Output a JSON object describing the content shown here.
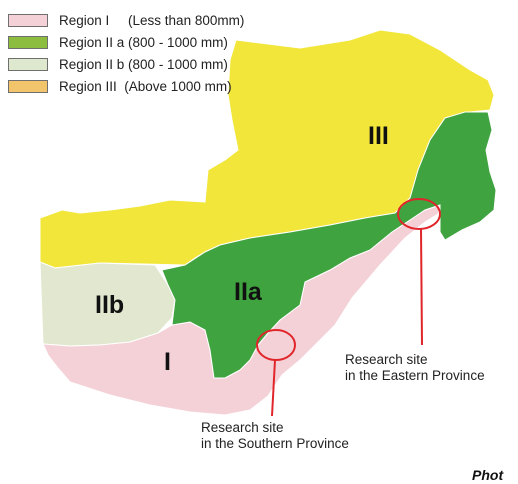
{
  "legend": [
    {
      "label": "Region I     (Less than 800mm)",
      "color": "#f4d1d7"
    },
    {
      "label": "Region II a (800 - 1000 mm)",
      "color": "#8cbd3f"
    },
    {
      "label": "Region II b (800 - 1000 mm)",
      "color": "#dde8cf"
    },
    {
      "label": "Region III  (Above 1000 mm)",
      "color": "#f2c46b"
    }
  ],
  "regions": {
    "region_iii": {
      "label": "III",
      "color": "#f2e63a"
    },
    "region_iia": {
      "label": "IIa",
      "color": "#3fa33f"
    },
    "region_iib": {
      "label": "IIb",
      "color": "#e2e8cf"
    },
    "region_i": {
      "label": "I",
      "color": "#f4d1d7"
    }
  },
  "research_sites": {
    "eastern": {
      "line1": "Research site",
      "line2": "in the Eastern Province"
    },
    "southern": {
      "line1": "Research site",
      "line2": "in the Southern Province"
    }
  },
  "marker_color": "#e0262b",
  "cropped_caption": "Phot"
}
